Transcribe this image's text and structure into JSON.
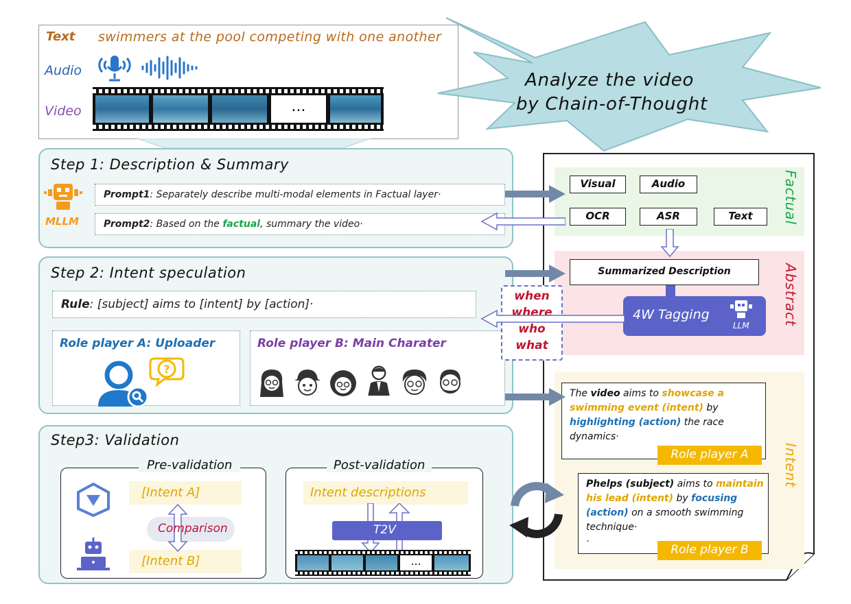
{
  "input": {
    "text_label": "Text",
    "text_value": "swimmers at the pool competing with one another",
    "audio_label": "Audio",
    "video_label": "Video",
    "film_ellipsis": "..."
  },
  "cot_callout": {
    "line1": "Analyze the video",
    "line2": "by Chain-of-Thought"
  },
  "step1": {
    "title": "Step 1: Description & Summary",
    "mllm": "MLLM",
    "prompt1_label": "Prompt1",
    "prompt1_text": ": Separately describe multi-modal elements in Factual layer·",
    "prompt2_label": "Prompt2",
    "prompt2_pre": ": Based on the ",
    "prompt2_key": "factual",
    "prompt2_post": ", summary the video·"
  },
  "step2": {
    "title": "Step 2: Intent speculation",
    "rule_label": "Rule",
    "rule_text": ": [subject] aims to [intent] by [action]·",
    "role_a": "Role player A: Uploader",
    "role_b": "Role player B: Main Charater"
  },
  "step3": {
    "title": "Step3: Validation",
    "pre_title": "Pre-validation",
    "intent_a": "[Intent A]",
    "intent_b": "[Intent B]",
    "comparison": "Comparison",
    "post_title": "Post-validation",
    "intent_desc": "Intent descriptions",
    "t2v": "T2V",
    "film_ellipsis": "..."
  },
  "factual": {
    "side_label": "Factual",
    "tags": [
      "Visual",
      "Audio",
      "OCR",
      "ASR",
      "Text"
    ]
  },
  "abstract": {
    "side_label": "Abstract",
    "summary": "Summarized Description",
    "tagging": "4W Tagging",
    "llm": "LLM",
    "w_words": [
      "when",
      "where",
      "who",
      "what"
    ]
  },
  "intent": {
    "side_label": "Intent",
    "a_t1": "The ",
    "a_video": "video",
    "a_t2": " aims to ",
    "a_intent": "showcase a swimming event (intent)",
    "a_t3": " by ",
    "a_action": "highlighting (action)",
    "a_t4": " the race dynamics·",
    "role_a_label": "Role player A",
    "b_subject": "Phelps (subject)",
    "b_t1": " aims to ",
    "b_intent": "maintain his lead (intent)",
    "b_t2": " by ",
    "b_action": "focusing (action)",
    "b_t3": " on a smooth swimming technique·",
    "b_dot": "·",
    "role_b_label": "Role player B"
  },
  "colors": {
    "step_bg": "#eef6f6",
    "step_border": "#8fc4c8",
    "factual_bg": "#eaf6e6",
    "abstract_bg": "#fbe3e6",
    "intent_bg": "#fbf6e6",
    "tagging_bg": "#5b63c9",
    "yellow": "#f5b800",
    "arrow_gray": "#7189a6"
  }
}
